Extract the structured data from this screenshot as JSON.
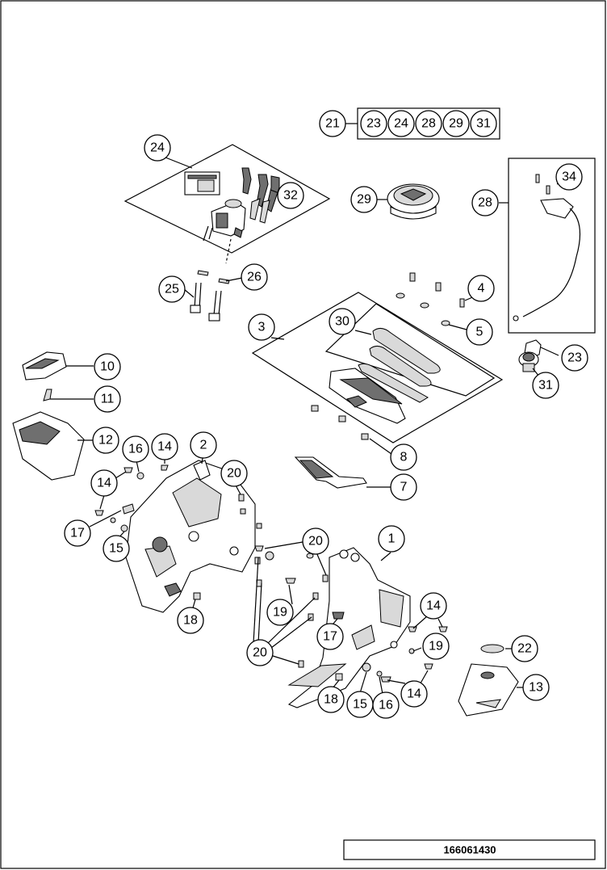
{
  "drawing_number": "166061430",
  "kit": {
    "parent": "21",
    "contents": [
      "23",
      "24",
      "28",
      "29",
      "31"
    ]
  },
  "callouts": {
    "c1": "1",
    "c2": "2",
    "c3": "3",
    "c4": "4",
    "c5": "5",
    "c7": "7",
    "c8": "8",
    "c10": "10",
    "c11": "11",
    "c12": "12",
    "c13": "13",
    "c14a": "14",
    "c14b": "14",
    "c14c": "14",
    "c14d": "14",
    "c15a": "15",
    "c15b": "15",
    "c16a": "16",
    "c16b": "16",
    "c17a": "17",
    "c17b": "17",
    "c18a": "18",
    "c18b": "18",
    "c19a": "19",
    "c19b": "19",
    "c20a": "20",
    "c20b": "20",
    "c20c": "20",
    "c22": "22",
    "c23": "23",
    "c24": "24",
    "c25": "25",
    "c26": "26",
    "c28": "28",
    "c29": "29",
    "c30": "30",
    "c31": "31",
    "c32": "32",
    "c34": "34"
  }
}
